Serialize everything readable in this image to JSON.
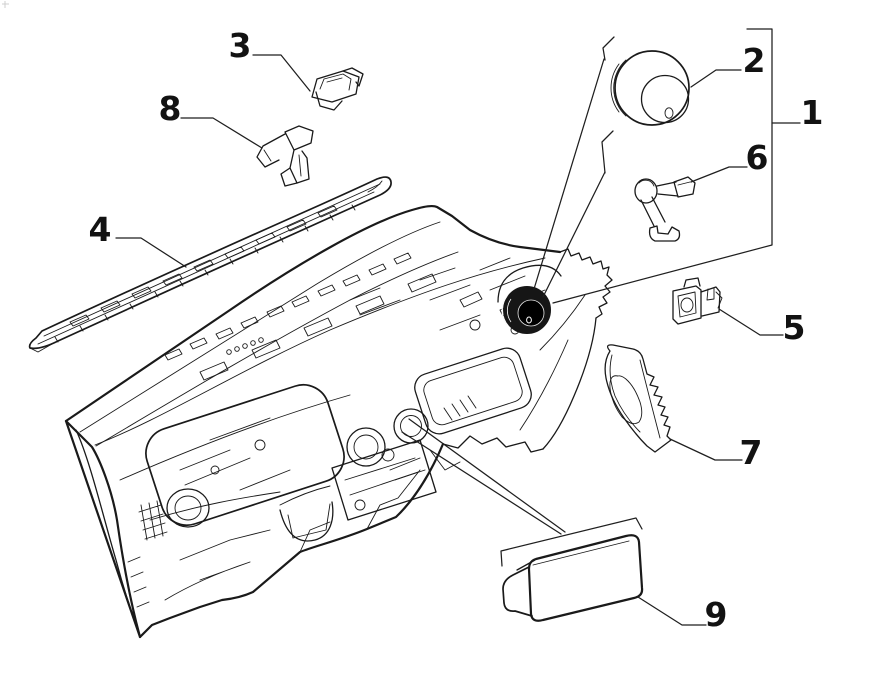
{
  "diagram": {
    "background_color": "#ffffff",
    "line_color": "#1a1a1a",
    "knob_fill_color": "#161616",
    "callouts": [
      {
        "label": "1"
      },
      {
        "label": "2"
      },
      {
        "label": "3"
      },
      {
        "label": "4"
      },
      {
        "label": "5"
      },
      {
        "label": "6"
      },
      {
        "label": "7"
      },
      {
        "label": "8"
      },
      {
        "label": "9"
      }
    ]
  }
}
